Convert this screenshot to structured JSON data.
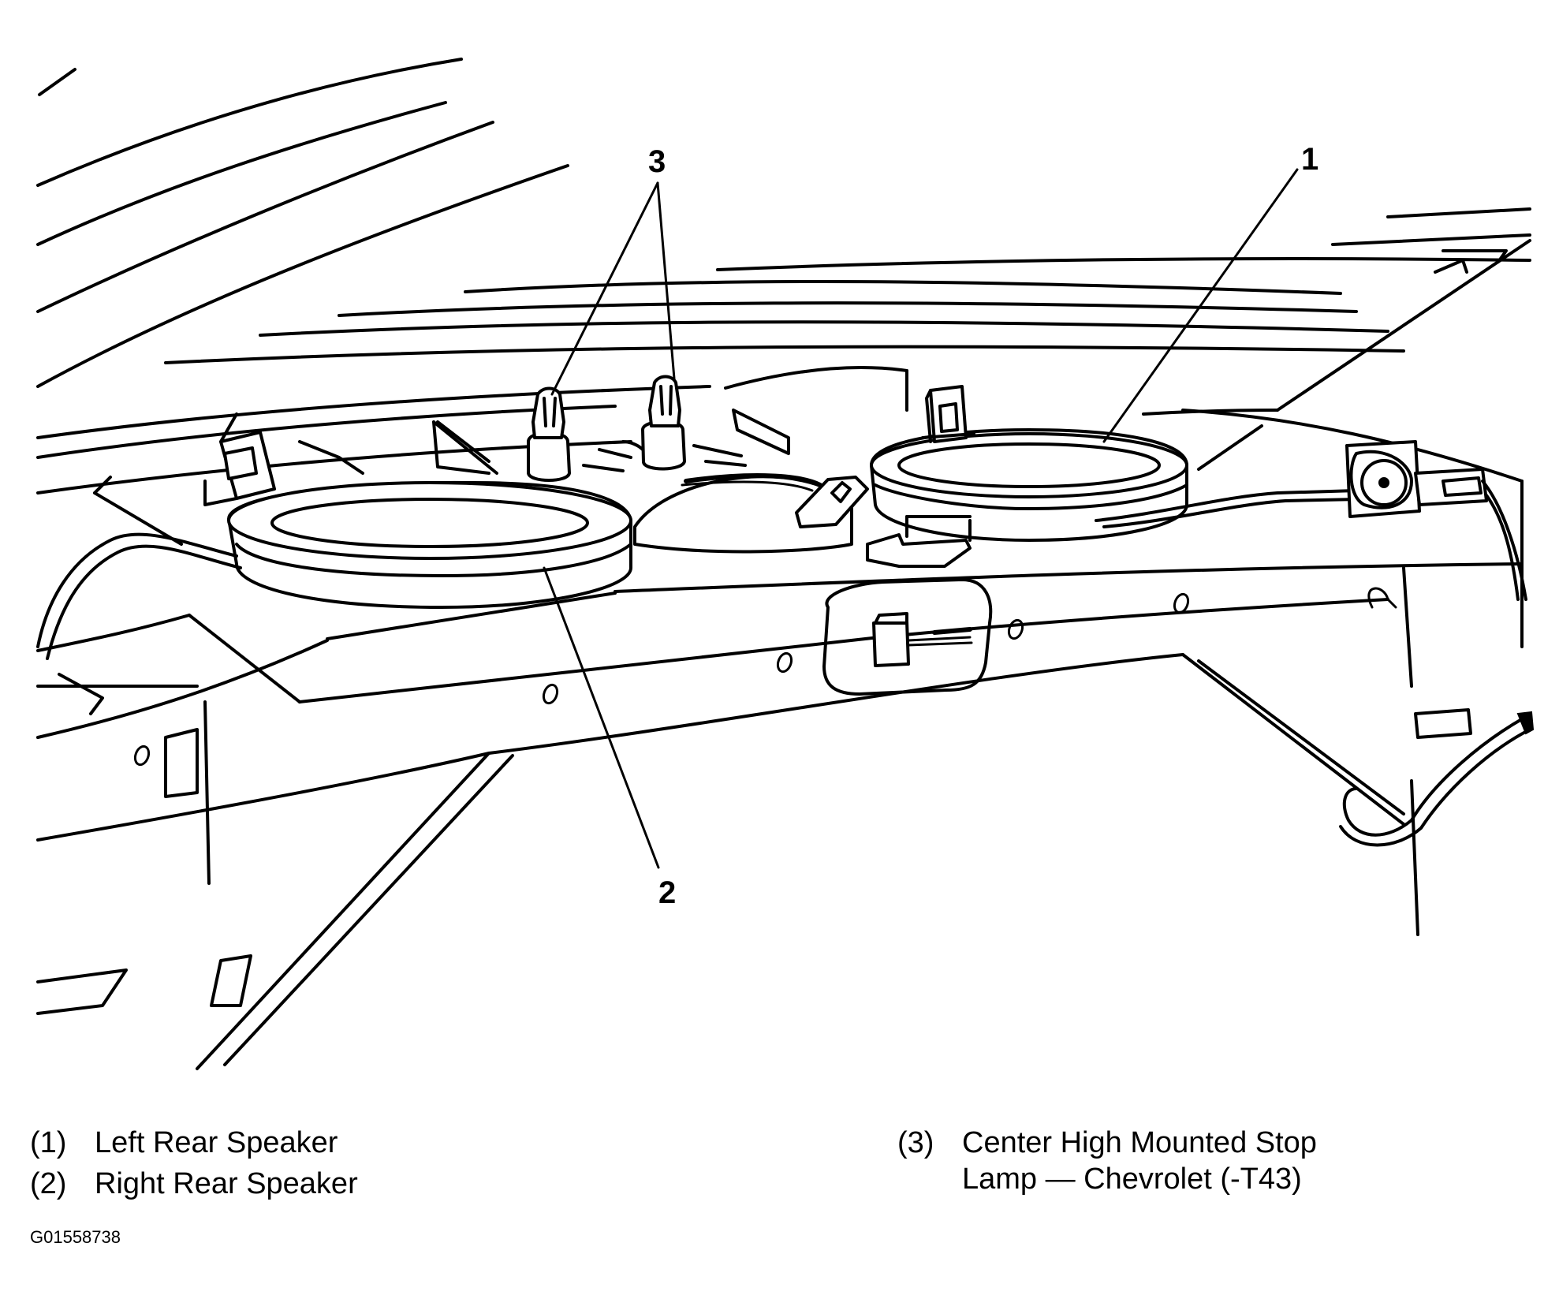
{
  "callouts": [
    {
      "number": "1",
      "target": "left rear speaker"
    },
    {
      "number": "2",
      "target": "right rear speaker"
    },
    {
      "number": "3",
      "target": "center high mounted stop lamp sockets"
    }
  ],
  "legend": [
    {
      "number": "(1)",
      "text": "Left Rear Speaker"
    },
    {
      "number": "(2)",
      "text": "Right Rear Speaker"
    },
    {
      "number": "(3)",
      "text": "Center High Mounted Stop\nLamp — Chevrolet (-T43)"
    }
  ],
  "figure_id": "G01558738"
}
